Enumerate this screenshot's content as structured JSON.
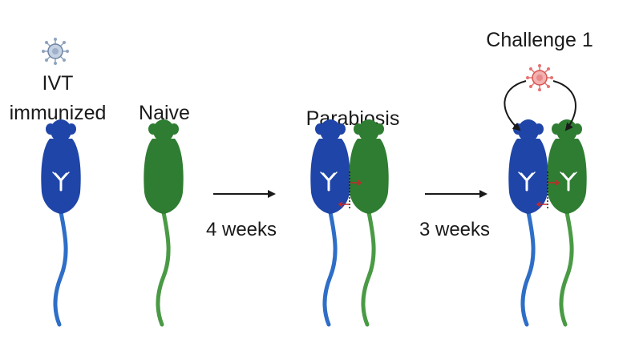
{
  "labels": {
    "ivt_line1": "IVT",
    "ivt_line2": "immunized",
    "naive": "Naive",
    "parabiosis": "Parabiosis",
    "challenge": "Challenge 1",
    "arrow1": "4 weeks",
    "arrow2": "3 weeks"
  },
  "colors": {
    "immunized_mouse": "#1f45a8",
    "immunized_tail": "#2e6ec7",
    "naive_mouse": "#2f7d32",
    "naive_tail": "#4a9a45",
    "antibody": "#ffffff",
    "suture": "#c62828",
    "virus_gray": "#8fa3bf",
    "virus_red": "#e57373",
    "arrow": "#1a1a1a"
  },
  "icons": {
    "virus": "virus-icon",
    "antibody": "antibody-icon"
  }
}
